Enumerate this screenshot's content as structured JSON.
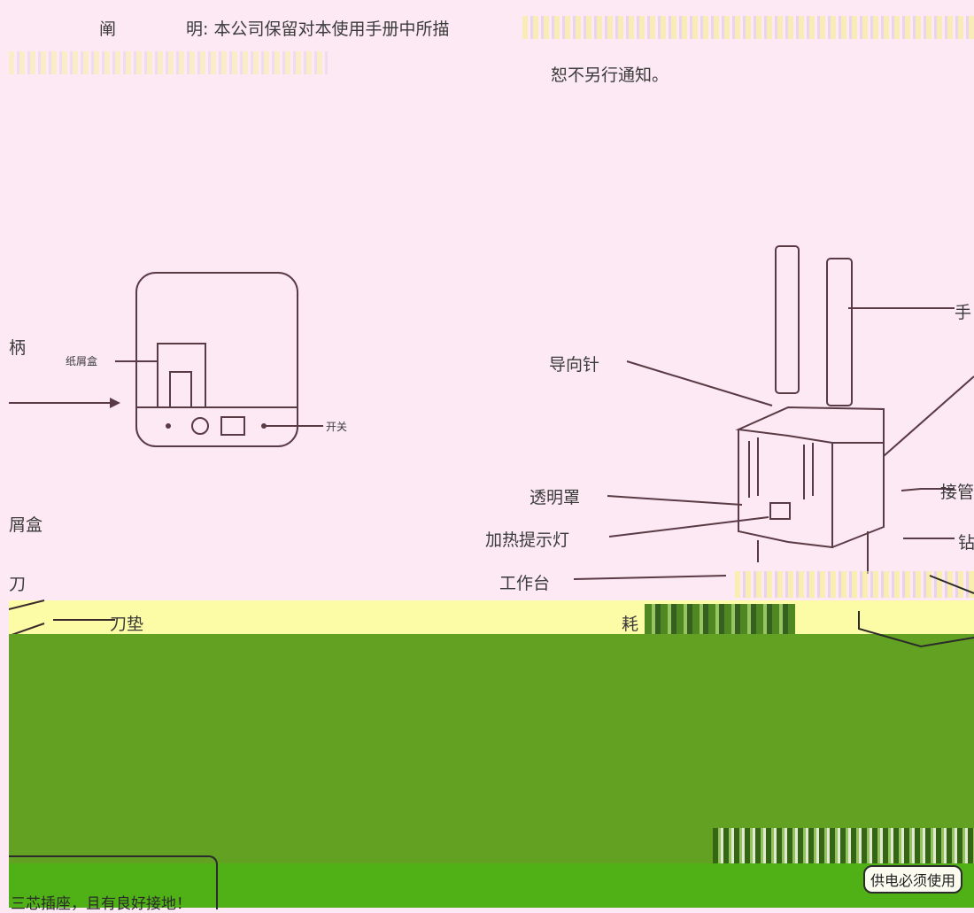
{
  "header": {
    "line1_fragment_a": "阐",
    "line1_fragment_b": "明: 本公司保留对本使用手册中所描",
    "line2": "恕不另行通知。"
  },
  "left_diagram": {
    "label_paper_box": "纸屑盒",
    "label_switch": "开关"
  },
  "left_edge_labels": {
    "handle": "柄",
    "box": "屑盒",
    "blade": "刀",
    "blade_pad": "刀垫"
  },
  "right_diagram": {
    "label_guide_pin": "导向针",
    "label_handle": "手",
    "label_cover": "透明罩",
    "label_heat_light": "加热提示灯",
    "label_worktable": "工作台",
    "label_connector": "接管",
    "label_drill": "钻",
    "label_consumable": "耗"
  },
  "footer": {
    "left_text": "三芯插座，且有良好接地！",
    "right_text": "供电必须使用"
  },
  "colors": {
    "background": "#fde9f3",
    "green_main": "#62a122",
    "green_bottom": "#4fb115",
    "yellow_band": "#fdfca6",
    "line_art": "#5a3a44"
  }
}
